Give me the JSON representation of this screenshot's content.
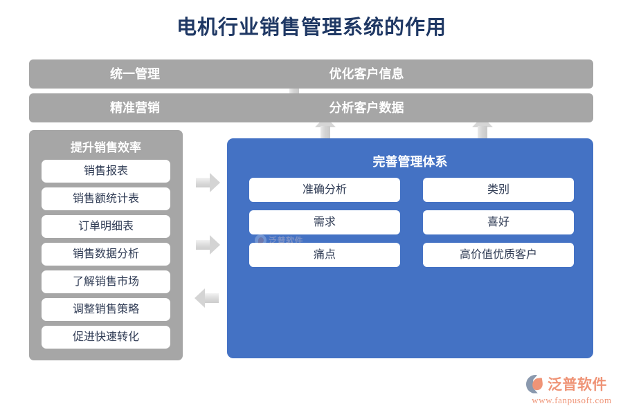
{
  "page": {
    "title": "电机行业销售管理系统的作用",
    "background": "#ffffff"
  },
  "colors": {
    "title_text": "#1f3864",
    "gray": "#a6a6a6",
    "blue": "#4472c4",
    "pill_bg": "#ffffff",
    "pill_text": "#2f3b54",
    "arrow": "#d4d4d4",
    "brand": "#ef9477"
  },
  "top_bars": [
    {
      "id": "gray-bar-1",
      "left_label": "统一管理",
      "right_label": "优化客户信息"
    },
    {
      "id": "gray-bar-2",
      "left_label": "精准营销",
      "right_label": "分析客户数据"
    }
  ],
  "left_panel": {
    "title": "提升销售效率",
    "items": [
      {
        "label": "销售报表"
      },
      {
        "label": "销售额统计表"
      },
      {
        "label": "订单明细表"
      },
      {
        "label": "销售数据分析"
      },
      {
        "label": "了解销售市场"
      },
      {
        "label": "调整销售策略"
      },
      {
        "label": "促进快速转化"
      }
    ]
  },
  "blue_panel": {
    "title": "完善管理体系",
    "left_column": [
      {
        "label": "准确分析"
      },
      {
        "label": "需求"
      },
      {
        "label": "痛点"
      }
    ],
    "right_column": [
      {
        "label": "类别"
      },
      {
        "label": "喜好"
      },
      {
        "label": "高价值优质客户"
      }
    ]
  },
  "arrows": [
    {
      "name": "arrow-up-mid",
      "direction": "up"
    },
    {
      "name": "arrow-up-left",
      "direction": "up"
    },
    {
      "name": "arrow-up-right",
      "direction": "up"
    },
    {
      "name": "arrow-right-1",
      "direction": "right"
    },
    {
      "name": "arrow-right-2",
      "direction": "right"
    },
    {
      "name": "arrow-left-1",
      "direction": "left"
    }
  ],
  "watermark": {
    "text": "泛普软件"
  },
  "brand": {
    "name": "泛普软件",
    "url": "www.fanpusoft.com"
  }
}
